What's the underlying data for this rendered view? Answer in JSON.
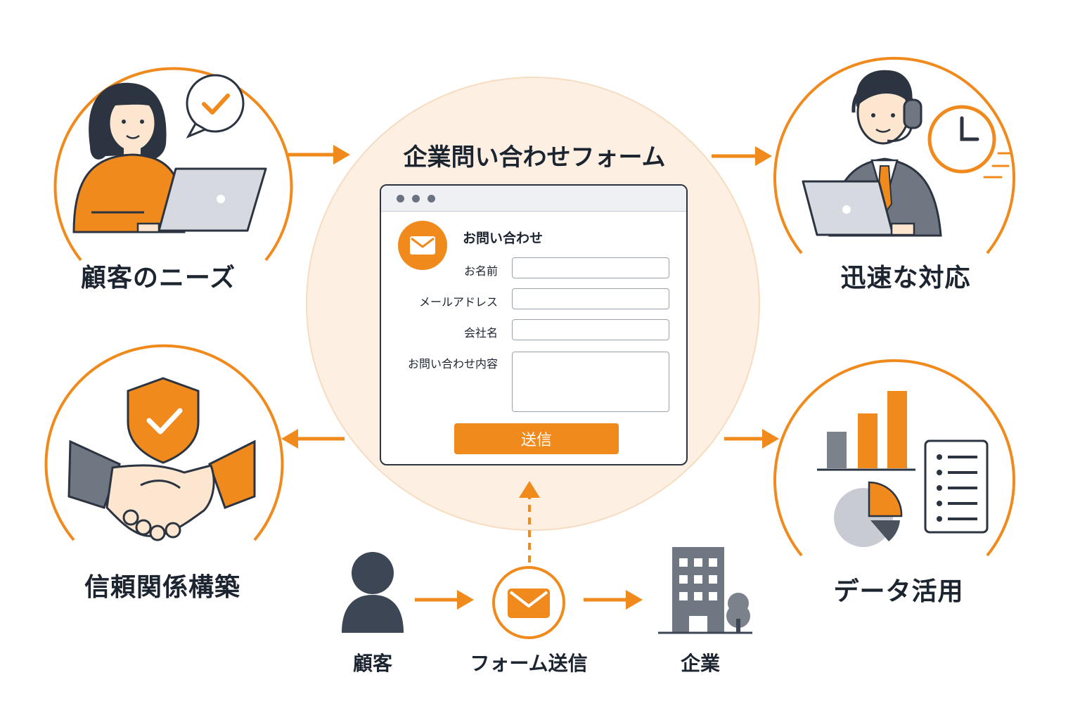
{
  "colors": {
    "accent": "#f08a1c",
    "dark": "#2b3440",
    "gray": "#7b828c",
    "center_bg": "#fdf0e3"
  },
  "center": {
    "title": "企業問い合わせフォーム",
    "form": {
      "heading": "お問い合わせ",
      "fields": [
        {
          "label": "お名前",
          "value": ""
        },
        {
          "label": "メールアドレス",
          "value": ""
        },
        {
          "label": "会社名",
          "value": ""
        },
        {
          "label": "お問い合わせ内容",
          "value": ""
        }
      ],
      "submit_label": "送信"
    }
  },
  "nodes": {
    "customer_needs": {
      "label": "顧客のニーズ",
      "icon": "woman-laptop-icon"
    },
    "quick_response": {
      "label": "迅速な対応",
      "icon": "support-agent-icon"
    },
    "trust_building": {
      "label": "信頼関係構築",
      "icon": "handshake-shield-icon"
    },
    "data_use": {
      "label": "データ活用",
      "icon": "charts-icon"
    }
  },
  "flow": {
    "customer": {
      "label": "顧客",
      "icon": "person-icon"
    },
    "form_submit": {
      "label": "フォーム送信",
      "icon": "mail-icon"
    },
    "company": {
      "label": "企業",
      "icon": "building-icon"
    }
  }
}
